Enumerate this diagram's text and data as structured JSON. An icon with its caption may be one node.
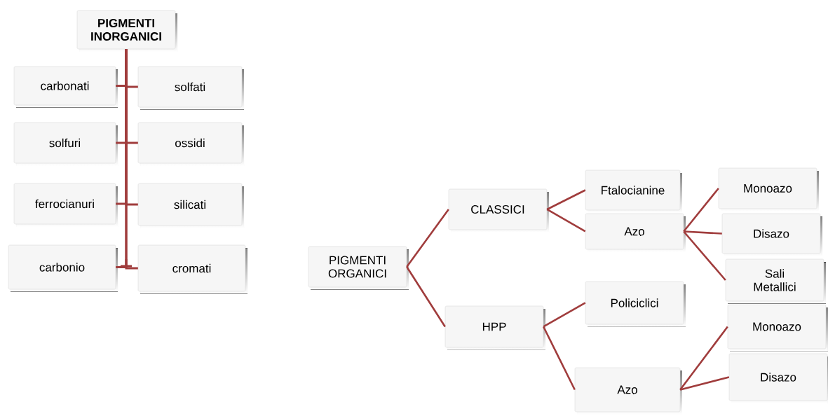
{
  "diagram": {
    "nodes": [
      {
        "text": [
          "PIGMENTI INORGANICI"
        ]
      },
      {
        "text": [
          "carbonati"
        ]
      },
      {
        "text": [
          "solfati"
        ]
      },
      {
        "text": [
          "solfuri"
        ]
      },
      {
        "text": [
          "ossidi"
        ]
      },
      {
        "text": [
          "ferrocianuri"
        ]
      },
      {
        "text": [
          "silicati"
        ]
      },
      {
        "text": [
          "carbonio"
        ]
      },
      {
        "text": [
          "cromati"
        ]
      },
      {
        "text": [
          "PIGMENTI ORGANICI"
        ]
      },
      {
        "text": [
          "CLASSICI"
        ]
      },
      {
        "text": [
          "HPP"
        ]
      },
      {
        "text": [
          "Ftalocianine"
        ]
      },
      {
        "text": [
          "Azo"
        ]
      },
      {
        "text": [
          "Monoazo"
        ]
      },
      {
        "text": [
          "Disazo"
        ]
      },
      {
        "text": [
          "Sali Metallici"
        ]
      },
      {
        "text": [
          "Policiclici"
        ]
      },
      {
        "text": [
          "Azo"
        ]
      },
      {
        "text": [
          "Monoazo"
        ]
      },
      {
        "text": [
          "Disazo"
        ]
      }
    ],
    "edges": [
      {
        "from": 0,
        "to": 1,
        "arrow": "none"
      },
      {
        "from": 0,
        "to": 2,
        "arrow": "none"
      },
      {
        "from": 0,
        "to": 3,
        "arrow": "none"
      },
      {
        "from": 0,
        "to": 4,
        "arrow": "none"
      },
      {
        "from": 0,
        "to": 5,
        "arrow": "none"
      },
      {
        "from": 0,
        "to": 6,
        "arrow": "none"
      },
      {
        "from": 0,
        "to": 7,
        "arrow": "none"
      },
      {
        "from": 0,
        "to": 8,
        "arrow": "none"
      },
      {
        "from": 9,
        "to": 10,
        "arrow": "none"
      },
      {
        "from": 9,
        "to": 11,
        "arrow": "none"
      },
      {
        "from": 10,
        "to": 12,
        "arrow": "none"
      },
      {
        "from": 10,
        "to": 13,
        "arrow": "none"
      },
      {
        "from": 13,
        "to": 14,
        "arrow": "none"
      },
      {
        "from": 13,
        "to": 15,
        "arrow": "none"
      },
      {
        "from": 13,
        "to": 16,
        "arrow": "none"
      },
      {
        "from": 11,
        "to": 17,
        "arrow": "none"
      },
      {
        "from": 11,
        "to": 18,
        "arrow": "none"
      },
      {
        "from": 18,
        "to": 19,
        "arrow": "none"
      },
      {
        "from": 18,
        "to": 20,
        "arrow": "none"
      }
    ]
  }
}
